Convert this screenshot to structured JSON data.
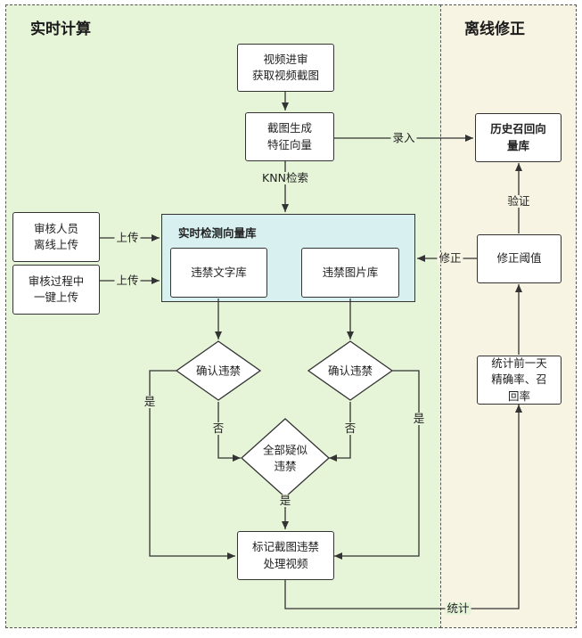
{
  "regions": {
    "realtime_title": "实时计算",
    "offline_title": "离线修正"
  },
  "nodes": {
    "video_review": "视频进审\n获取视频截图",
    "feature_vector": "截图生成\n特征向量",
    "history_db": "历史召回向\n量库",
    "realtime_db": "实时检测向量库",
    "reviewer_offline": "审核人员\n离线上传",
    "review_oneclick": "审核过程中\n一键上传",
    "text_lib": "违禁文字库",
    "image_lib": "违禁图片库",
    "threshold": "修正阈值",
    "stats": "统计前一天\n精确率、召\n回率",
    "confirm_left": "确认违禁",
    "confirm_right": "确认违禁",
    "all_suspect": "全部疑似\n违禁",
    "mark_video": "标记截图违禁\n处理视频"
  },
  "edge_labels": {
    "record": "录入",
    "knn": "KNN检索",
    "verify": "验证",
    "upload1": "上传",
    "upload2": "上传",
    "correct": "修正",
    "yes_left": "是",
    "no_left": "否",
    "no_right": "否",
    "yes_right": "是",
    "yes_mid": "是",
    "stat": "统计"
  },
  "colors": {
    "realtime_bg": "#e6f4d8",
    "offline_bg": "#f7f4e3",
    "vector_db_bg": "#d8f0f0",
    "stroke": "#333333"
  }
}
